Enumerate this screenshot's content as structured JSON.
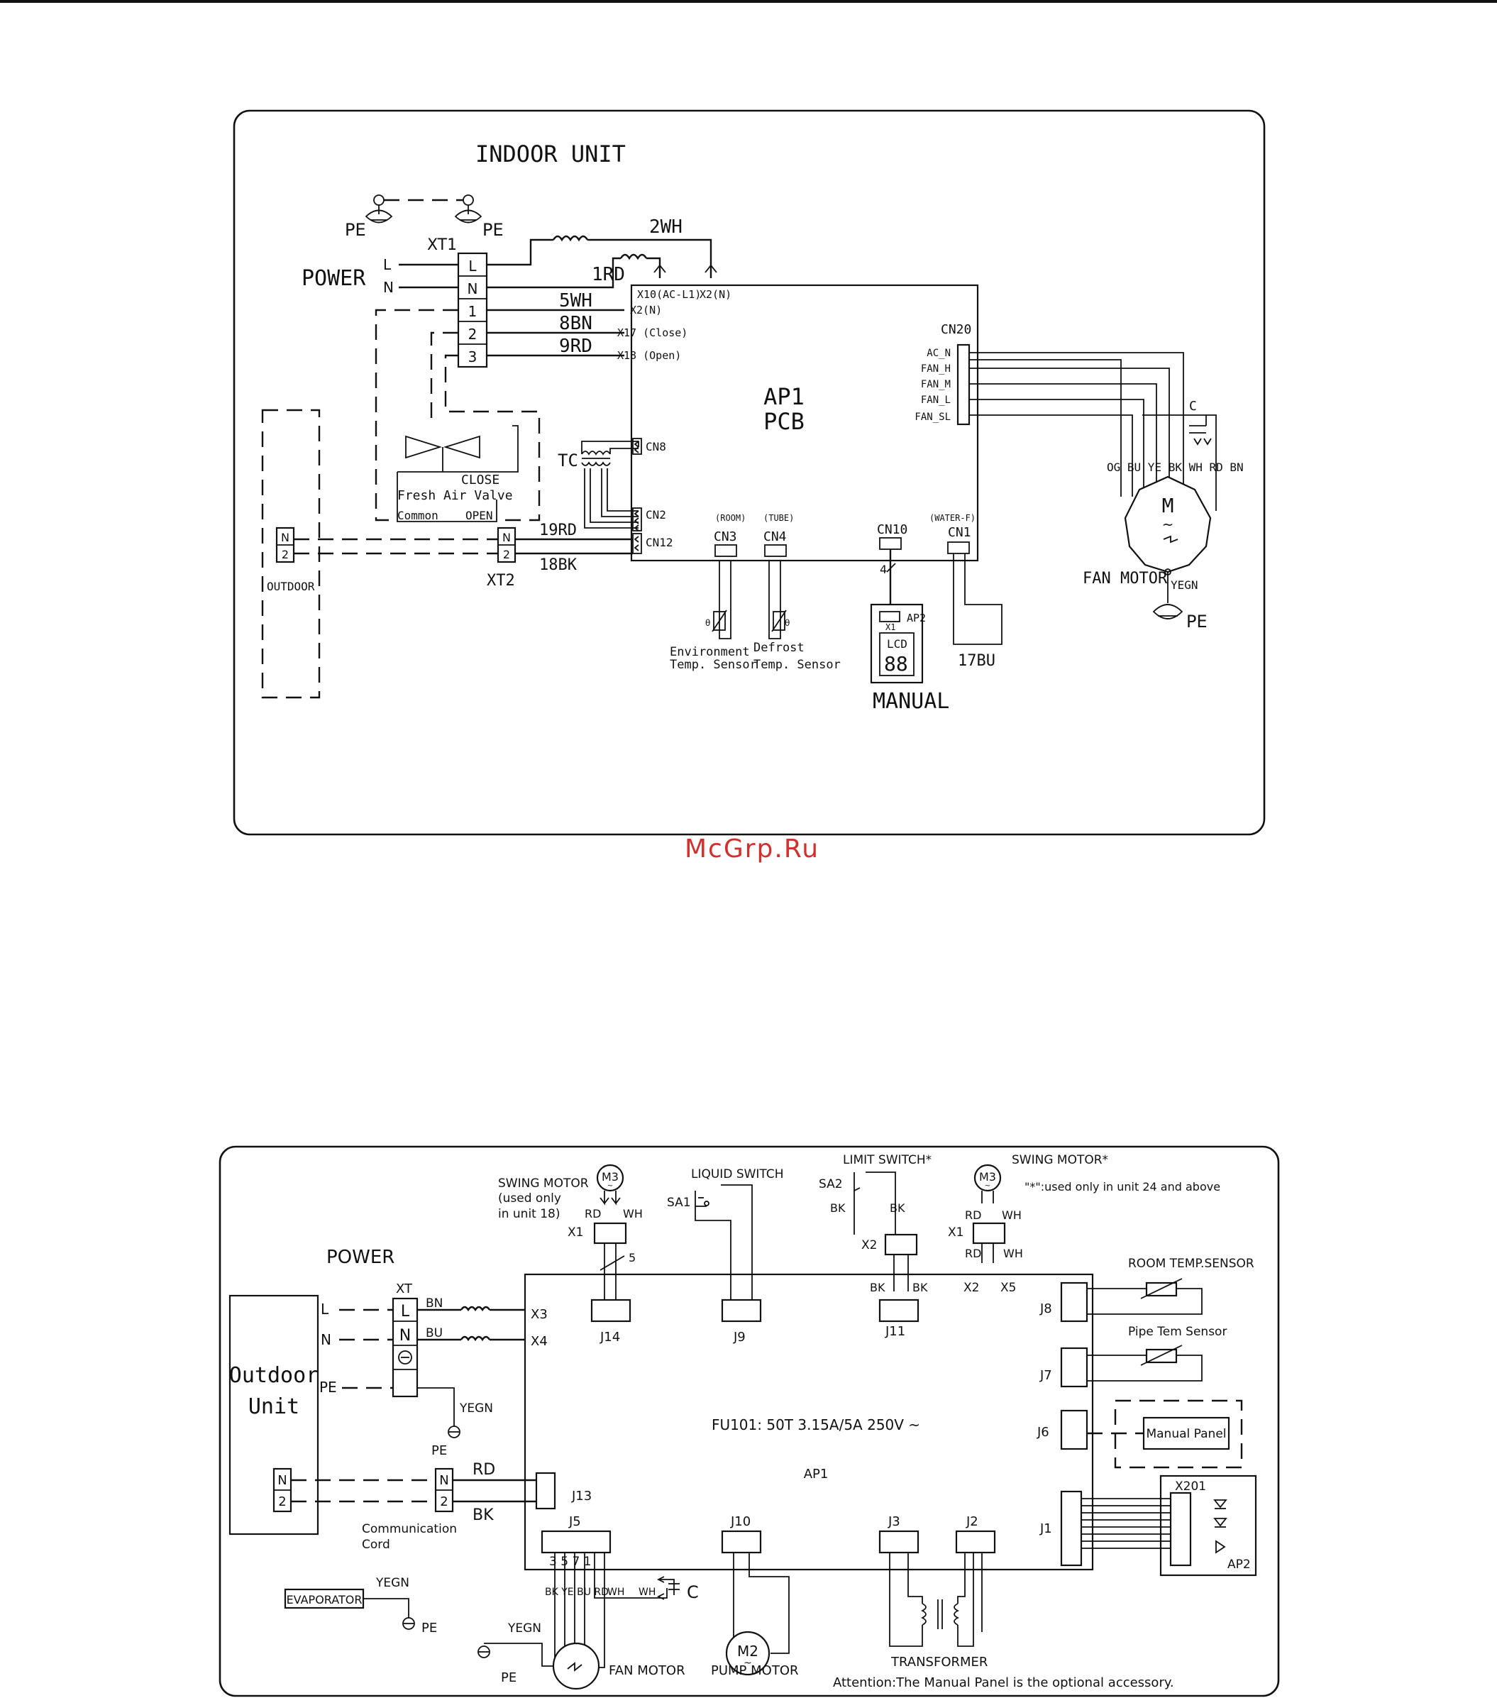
{
  "watermark": "McGrp.Ru",
  "colors": {
    "watermark": "#d0312d",
    "line": "#111111"
  },
  "diagram1": {
    "title": "INDOOR UNIT",
    "power": "POWER",
    "pe_left": "PE",
    "pe_right": "PE",
    "xt1": "XT1",
    "xt1_terms": [
      "L",
      "N",
      "1",
      "2",
      "3"
    ],
    "line_l": "L",
    "line_n": "N",
    "w_2wh": "2WH",
    "w_1rd": "1RD",
    "w_5wh": "5WH",
    "w_8bn": "8BN",
    "w_9rd": "9RD",
    "w_19rd": "19RD",
    "w_18bk": "18BK",
    "w_17bu": "17BU",
    "x10": "X10(AC-L1)",
    "x2n_top": "X2(N)",
    "x2n": "X2(N)",
    "x17": "X17 (Close)",
    "x18": "X18 (Open)",
    "ap1": "AP1",
    "pcb": "PCB",
    "cn20": "CN20",
    "cn20_pins": [
      "AC_N",
      "FAN_H",
      "FAN_M",
      "FAN_L",
      "FAN_SL"
    ],
    "cap_c": "C",
    "motor_wires": "OG BU YE BK WH RD BN",
    "motor_m": "M",
    "fan_motor": "FAN MOTOR",
    "yegn": "YEGN",
    "pe_motor": "PE",
    "tc": "TC",
    "cn8": "CN8",
    "cn2": "CN2",
    "cn12": "CN12",
    "cn3_tag": "(ROOM)",
    "cn3": "CN3",
    "cn4_tag": "(TUBE)",
    "cn4": "CN4",
    "cn10": "CN10",
    "cn1_tag": "(WATER-F)",
    "cn1": "CN1",
    "close": "CLOSE",
    "fresh_air": "Fresh Air Valve",
    "common": "Common",
    "open": "OPEN",
    "outdoor": "OUTDOOR",
    "xt2": "XT2",
    "term_n": "N",
    "term_2": "2",
    "env_sensor_1": "Environment",
    "env_sensor_2": "Temp. Sensor",
    "def_sensor_1": "Defrost",
    "def_sensor_2": "Temp. Sensor",
    "four": "4",
    "ap2": "AP2",
    "x1": "X1",
    "lcd": "LCD",
    "lcd_digits": "88",
    "manual": "MANUAL"
  },
  "diagram2": {
    "swing_motor_1": "SWING MOTOR",
    "swing_motor_2": "(used only",
    "swing_motor_3": "in unit 18)",
    "m3": "M3",
    "rd": "RD",
    "wh": "WH",
    "x1": "X1",
    "five": "5",
    "liquid_switch": "LIQUID SWITCH",
    "sa1": "SA1",
    "limit_switch": "LIMIT SWITCH*",
    "sa2": "SA2",
    "bk": "BK",
    "x2": "X2",
    "swing_motor_star": "SWING MOTOR*",
    "note_star": "\"*\":used only in unit 24 and above",
    "x5": "X5",
    "power": "POWER",
    "xt": "XT",
    "l": "L",
    "n": "N",
    "pe": "PE",
    "bn": "BN",
    "bu": "BU",
    "x3": "X3",
    "x4": "X4",
    "yegn": "YEGN",
    "outdoor_1": "Outdoor",
    "outdoor_2": "Unit",
    "term_n": "N",
    "term_2": "2",
    "comm_1": "Communication",
    "comm_2": "Cord",
    "j13": "J13",
    "j14": "J14",
    "j9": "J9",
    "j11": "J11",
    "j8": "J8",
    "j7": "J7",
    "j6": "J6",
    "j1": "J1",
    "j5": "J5",
    "j10": "J10",
    "j3": "J3",
    "j2": "J2",
    "room_sensor": "ROOM TEMP.SENSOR",
    "pipe_sensor": "Pipe Tem Sensor",
    "manual_panel": "Manual Panel",
    "fuse": "FU101: 50T 3.15A/5A 250V ~",
    "ap1": "AP1",
    "x201": "X201",
    "ap2": "AP2",
    "j5_pins": "3 5 7 1",
    "fan_wires": "BK YE BU RD",
    "c": "C",
    "evaporator": "EVAPORATOR",
    "m2": "M2",
    "fan_motor": "FAN MOTOR",
    "pump_motor": "PUMP MOTOR",
    "transformer": "TRANSFORMER",
    "attention": "Attention:The Manual Panel is the optional accessory."
  }
}
